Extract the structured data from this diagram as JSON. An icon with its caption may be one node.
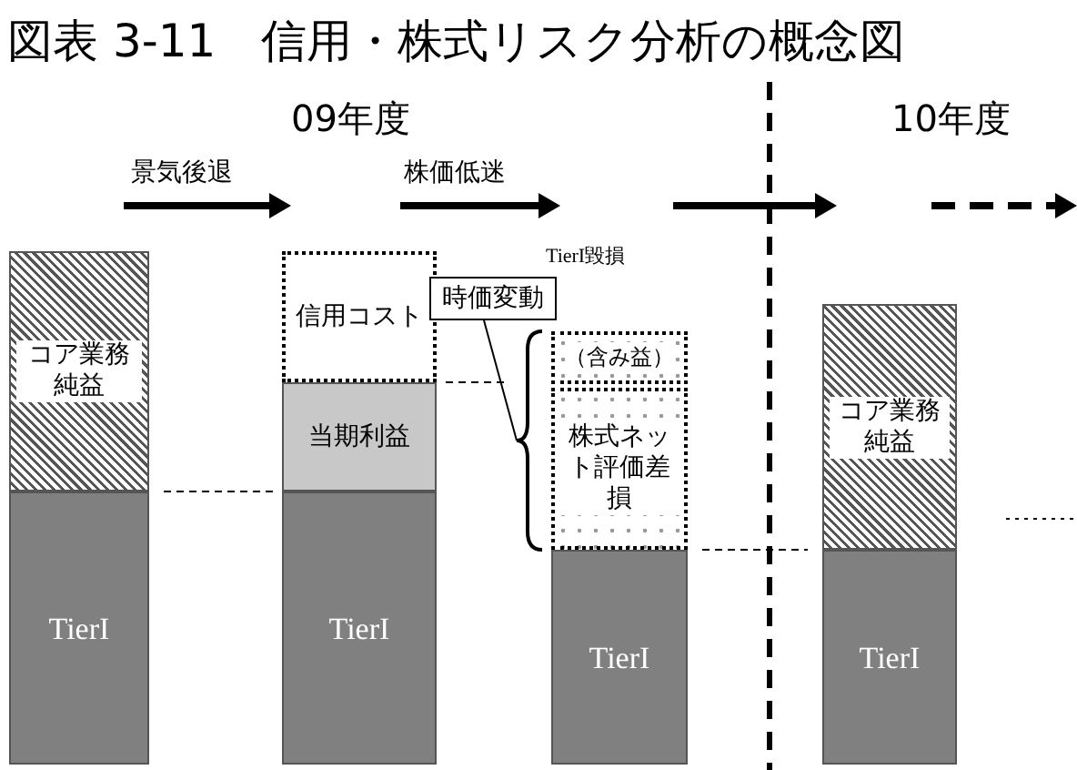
{
  "diagram": {
    "title": "図表 3-11　信用・株式リスク分析の概念図",
    "nodes": [
      {
        "text": [
          "コア業務純益"
        ]
      },
      {
        "text": [
          "TierI"
        ]
      },
      {
        "text": [
          "信用コスト"
        ]
      },
      {
        "text": [
          "当期利益"
        ]
      },
      {
        "text": [
          "TierI"
        ]
      },
      {
        "text": [
          "時価変動"
        ]
      },
      {
        "text": [
          "（含み益）"
        ]
      },
      {
        "text": [
          "株式ネット評価差損"
        ]
      },
      {
        "text": [
          "TierI"
        ]
      },
      {
        "text": [
          "コア業務純益"
        ]
      },
      {
        "text": [
          "TierI"
        ]
      },
      {
        "text": [],
        "shape": "bracket"
      }
    ],
    "edges": [
      {
        "from": 5,
        "to": 11,
        "arrow": "none"
      }
    ],
    "labels": [
      "09年度",
      "10年度",
      "景気後退",
      "株価低迷",
      "TierI毀損"
    ]
  }
}
